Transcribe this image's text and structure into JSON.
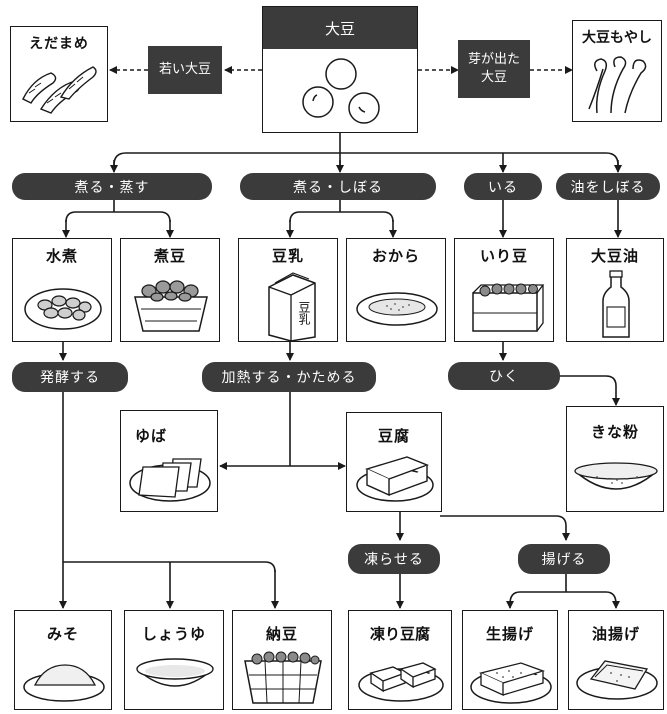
{
  "top": {
    "soybean": "大豆",
    "young_soybean": "若い大豆",
    "edamame": "えだまめ",
    "sprouted_soybean": "芽が出た\n大豆",
    "sprouts": "大豆もやし"
  },
  "processes": {
    "boil_steam": "煮る・蒸す",
    "boil_squeeze": "煮る・しぼる",
    "roast": "いる",
    "press_oil": "油をしぼる",
    "ferment": "発酵する",
    "heat_harden": "加熱する・かためる",
    "grind": "ひく",
    "freeze": "凍らせる",
    "fry": "揚げる"
  },
  "products": {
    "boiled": "水煮",
    "nimame": "煮豆",
    "soymilk": "豆乳",
    "okara": "おから",
    "roasted": "いり豆",
    "soy_oil": "大豆油",
    "yuba": "ゆば",
    "tofu": "豆腐",
    "kinako": "きな粉",
    "miso": "みそ",
    "shoyu": "しょうゆ",
    "natto": "納豆",
    "koori_tofu": "凍り豆腐",
    "namaage": "生揚げ",
    "aburaage": "油揚げ"
  },
  "carton_text": "豆乳"
}
